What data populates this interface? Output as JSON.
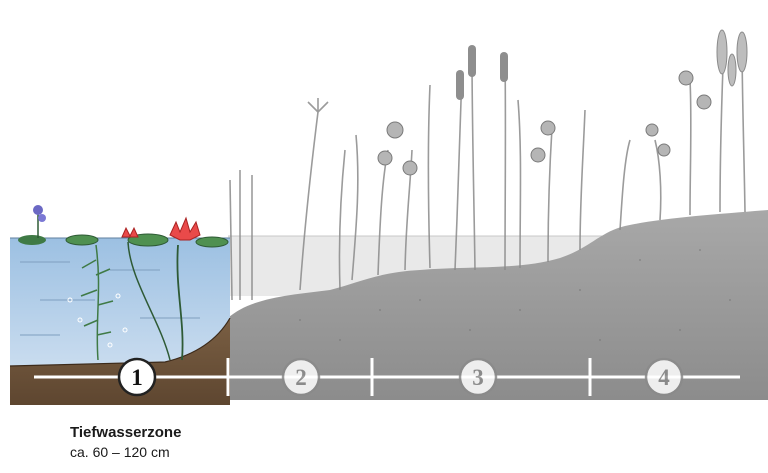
{
  "diagram": {
    "zones": [
      {
        "number": "1",
        "active": true
      },
      {
        "number": "2",
        "active": false
      },
      {
        "number": "3",
        "active": false
      },
      {
        "number": "4",
        "active": false
      }
    ],
    "caption": {
      "title": "Tiefwasserzone",
      "range": "ca. 60 – 120 cm"
    }
  }
}
